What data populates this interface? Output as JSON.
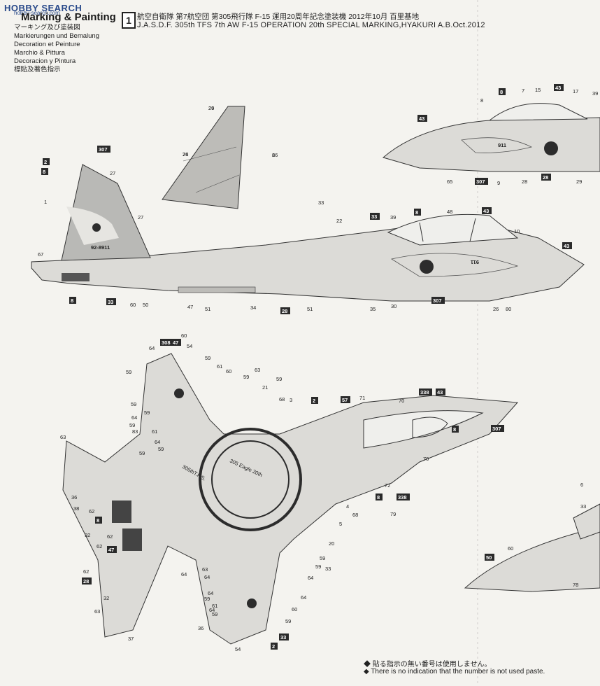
{
  "watermark": {
    "brand": "HOBBY SEARCH",
    "sub": "hobby-search.com"
  },
  "header": {
    "title": "Marking & Painting",
    "languages": [
      "マーキング及び塗装図",
      "Markierungen und Bemalung",
      "Decoration et Peinture",
      "Marchio & Pittura",
      "Decoracion y Pintura",
      "標貼及著色指示"
    ],
    "section_number": "1",
    "title_jp": "航空自衛隊 第7航空団 第305飛行隊 F-15 運用20周年記念塗装機 2012年10月 百里基地",
    "title_en": "J.A.S.D.F. 305th TFS 7th AW F-15 OPERATION 20th SPECIAL MARKING,HYAKURI A.B.Oct.2012"
  },
  "markings": {
    "serial": "92-8911",
    "nose_number": "911",
    "unit_text": "305thT.F.S.",
    "emblem_text": "305 Eagle 20th"
  },
  "callouts": {
    "boxed": [
      "308",
      "2",
      "8",
      "8",
      "43",
      "43",
      "307",
      "28",
      "33",
      "8",
      "43",
      "43",
      "307",
      "33",
      "8",
      "28",
      "308",
      "47",
      "2",
      "57",
      "338",
      "43",
      "8",
      "307",
      "8",
      "338",
      "8",
      "47",
      "28",
      "33",
      "2",
      "50",
      "307"
    ],
    "plain": [
      "26",
      "26",
      "2",
      "27",
      "27",
      "1",
      "33",
      "67",
      "60",
      "50",
      "47",
      "51",
      "34",
      "51",
      "35",
      "30",
      "22",
      "39",
      "48",
      "10",
      "26",
      "80",
      "7",
      "15",
      "17",
      "39",
      "8",
      "65",
      "9",
      "28",
      "29",
      "64",
      "60",
      "54",
      "59",
      "61",
      "60",
      "59",
      "63",
      "59",
      "21",
      "59",
      "68",
      "3",
      "71",
      "70",
      "70",
      "72",
      "4",
      "79",
      "68",
      "5",
      "20",
      "33",
      "59",
      "63",
      "64",
      "59",
      "83",
      "61",
      "64",
      "59",
      "59",
      "59",
      "36",
      "38",
      "62",
      "32",
      "62",
      "62",
      "62",
      "32",
      "63",
      "37",
      "64",
      "63",
      "64",
      "64",
      "59",
      "61",
      "64",
      "59",
      "36",
      "64",
      "60",
      "59",
      "54",
      "59",
      "59",
      "64",
      "6",
      "33",
      "60",
      "78",
      "29",
      "74",
      "66"
    ]
  },
  "notes": [
    "貼る指示の無い番号は使用しません。",
    "There is no indication that the number is not used paste."
  ],
  "colors": {
    "paint_medium_grey": "#b9b9b6",
    "paint_light_grey": "#dcdbd7",
    "hinomaru": "#2c2c2c",
    "background": "#f4f3ef"
  }
}
